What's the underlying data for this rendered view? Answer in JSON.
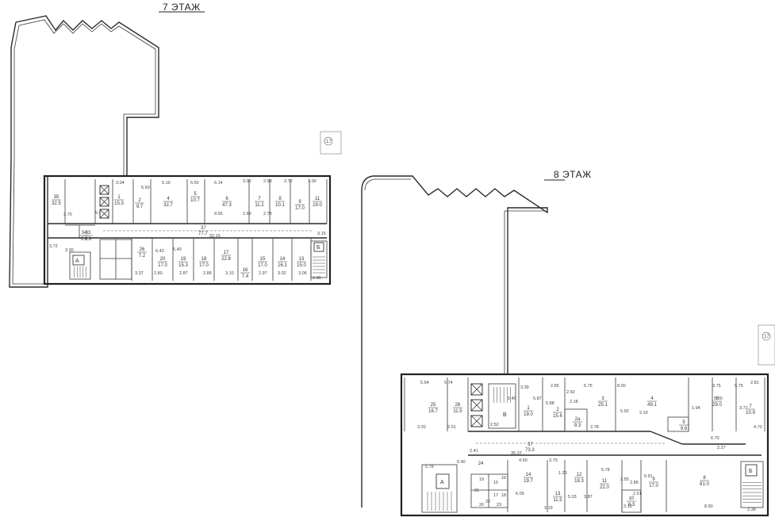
{
  "floor7": {
    "title": "7 ЭТАЖ",
    "corridor_area": "77.7",
    "corridor_num": "37",
    "corridor_dim": "32.15",
    "stair_a_label": "А",
    "stair_b_label": "Б",
    "rooms_top": [
      {
        "num": "35",
        "area": "32.5"
      },
      {
        "num": "34",
        "area": "6.8"
      },
      {
        "num": "1",
        "area": "15.3"
      },
      {
        "num": "2",
        "area": "9.7"
      },
      {
        "num": "4",
        "area": "32.7"
      },
      {
        "num": "5",
        "area": "10.7"
      },
      {
        "num": "6",
        "area": "47.3"
      },
      {
        "num": "7",
        "area": "11.2"
      },
      {
        "num": "8",
        "area": "10.1"
      },
      {
        "num": "9",
        "area": "17.0"
      },
      {
        "num": "11",
        "area": "19.0"
      }
    ],
    "rooms_bottom": [
      {
        "num": "33",
        "area": "6.8"
      },
      {
        "num": "26",
        "area": "7.2"
      },
      {
        "num": "20",
        "area": "17.0"
      },
      {
        "num": "19",
        "area": "15.3"
      },
      {
        "num": "18",
        "area": "17.0"
      },
      {
        "num": "17",
        "area": "22.8"
      },
      {
        "num": "16",
        "area": "7.4"
      },
      {
        "num": "15",
        "area": "17.0"
      },
      {
        "num": "14",
        "area": "16.1"
      },
      {
        "num": "13",
        "area": "15.0"
      }
    ],
    "dims": [
      "3.04",
      "5.60",
      "5.19",
      "5.50",
      "6.14",
      "3.00",
      "2.98",
      "2.72",
      "3.00",
      "9.55",
      "2.69",
      "2.78",
      "5.40",
      "6.43",
      "3.37",
      "2.80",
      "2.87",
      "2.86",
      "3.10",
      "2.97",
      "3.02",
      "3.06",
      "2.80",
      "3.15",
      "2.70",
      "3.30",
      "5.40",
      "3.72"
    ]
  },
  "floor8": {
    "title": "8 ЭТАЖ",
    "corridor_area": "73.3",
    "corridor_num": "37",
    "corridor_dim": "35.37",
    "stair_a_label": "А",
    "stair_b_label": "Б",
    "stair_b_room": "В",
    "rooms_top": [
      {
        "num": "25",
        "area": "16.7"
      },
      {
        "num": "26",
        "area": "11.5"
      },
      {
        "num": "1",
        "area": "19.0"
      },
      {
        "num": "2",
        "area": "15.6"
      },
      {
        "num": "2a",
        "area": "9.3"
      },
      {
        "num": "3",
        "area": "25.1"
      },
      {
        "num": "4",
        "area": "49.1"
      },
      {
        "num": "5",
        "area": "9.6"
      },
      {
        "num": "6",
        "area": "29.0"
      },
      {
        "num": "7",
        "area": "10.9"
      }
    ],
    "rooms_bottom": [
      {
        "num": "24",
        "area": ""
      },
      {
        "num": "14",
        "area": "19.7"
      },
      {
        "num": "13",
        "area": "11.5"
      },
      {
        "num": "12",
        "area": "18.3"
      },
      {
        "num": "11",
        "area": "22.0"
      },
      {
        "num": "10",
        "area": "8.3"
      },
      {
        "num": "9",
        "area": "17.0"
      },
      {
        "num": "8",
        "area": "81.0"
      }
    ],
    "dims": [
      "5.64",
      "5.74",
      "3.20",
      "2.01",
      "2.52",
      "5.40",
      "3.39",
      "5.87",
      "2.85",
      "5.88",
      "2.92",
      "2.18",
      "5.75",
      "2.78",
      "8.00",
      "5.92",
      "2.10",
      "1.94",
      "5.60",
      "3.75",
      "5.75",
      "2.81",
      "3.77",
      "4.70",
      "6.70",
      "2.27",
      "2.41",
      "4.50",
      "3.79",
      "1.23",
      "5.78",
      "2.55",
      "2.89",
      "5.91",
      "3.13",
      "8.90",
      "2.38",
      "6.09",
      "3.19",
      "5.03",
      "3.87",
      "2.51",
      "5.78",
      "5.40"
    ],
    "small_rooms": [
      "15",
      "16",
      "17",
      "18",
      "19",
      "20",
      "21",
      "22",
      "23"
    ]
  },
  "stamp7": "17",
  "stamp8": "17"
}
